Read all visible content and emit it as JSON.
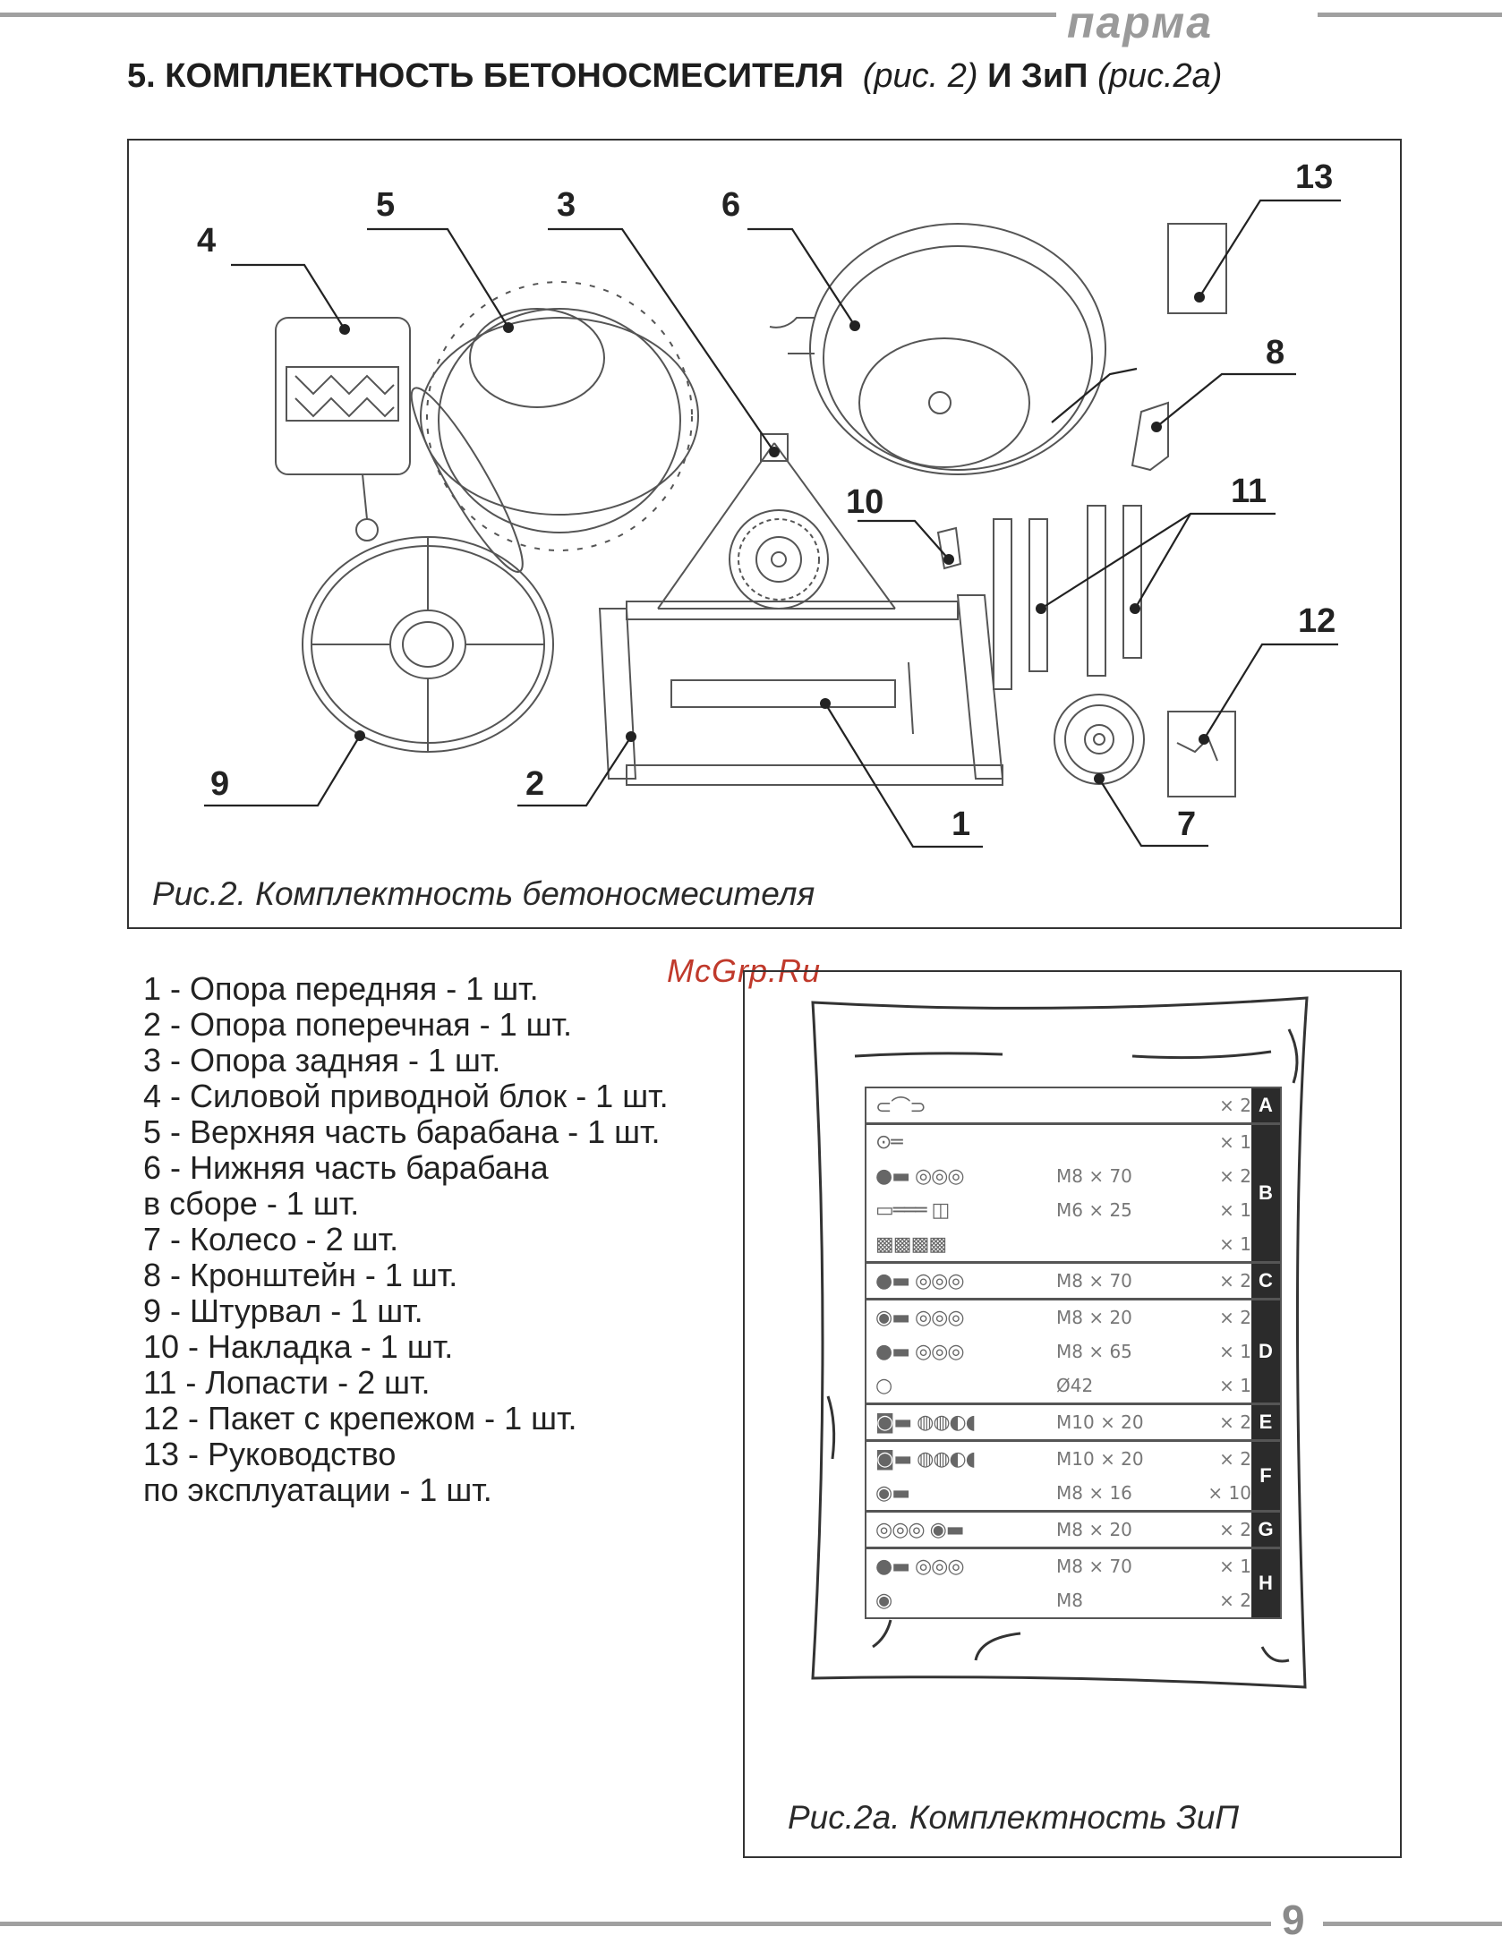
{
  "header": {
    "brand": "парма"
  },
  "title": {
    "part1": "5. КОМПЛЕКТНОСТЬ БЕТОНОСМЕСИТЕЛЯ",
    "part2": "(рис. 2)",
    "part3": "И ЗиП",
    "part4": "(рис.2а)"
  },
  "figure2": {
    "caption": "Рис.2. Комплектность бетоносмесителя",
    "callouts": [
      "1",
      "2",
      "3",
      "4",
      "5",
      "6",
      "7",
      "8",
      "9",
      "10",
      "11",
      "12",
      "13"
    ]
  },
  "parts_list": [
    "1 - Опора передняя - 1 шт.",
    "2 - Опора поперечная - 1 шт.",
    "3 - Опора задняя - 1 шт.",
    "4 - Силовой приводной блок - 1 шт.",
    "5 - Верхняя часть барабана - 1 шт.",
    "6 - Нижняя часть барабана",
    "в сборе - 1 шт.",
    "7 - Колесо - 2 шт.",
    "8 - Кронштейн - 1 шт.",
    "9 - Штурвал - 1 шт.",
    "10 - Накладка - 1 шт.",
    "11 - Лопасти - 2 шт.",
    "12 - Пакет с крепежом - 1 шт.",
    "13 - Руководство",
    "по эксплуатации - 1 шт."
  ],
  "watermark": "McGrp.Ru",
  "figure2a": {
    "caption": "Рис.2а. Комплектность ЗиП",
    "groups": [
      {
        "letter": "A",
        "rows": [
          {
            "icon": "⊂⌒⊃",
            "size": "",
            "qty": "× 2"
          }
        ]
      },
      {
        "letter": "B",
        "rows": [
          {
            "icon": "⊙═",
            "size": "",
            "qty": "× 1"
          },
          {
            "icon": "●▬ ◎◎◎",
            "size": "M8 × 70",
            "qty": "× 2"
          },
          {
            "icon": "▭═══ ◫",
            "size": "M6 × 25",
            "qty": "× 1"
          },
          {
            "icon": "▩▩▩▩",
            "size": "",
            "qty": "× 1"
          }
        ]
      },
      {
        "letter": "C",
        "rows": [
          {
            "icon": "●▬ ◎◎◎",
            "size": "M8 × 70",
            "qty": "× 2"
          }
        ]
      },
      {
        "letter": "D",
        "rows": [
          {
            "icon": "◉▬ ◎◎◎",
            "size": "M8 × 20",
            "qty": "× 2"
          },
          {
            "icon": "●▬ ◎◎◎",
            "size": "M8 × 65",
            "qty": "× 1"
          },
          {
            "icon": "○",
            "size": "Ø42",
            "qty": "× 1"
          }
        ]
      },
      {
        "letter": "E",
        "rows": [
          {
            "icon": "◙▬ ◍◍◐◖",
            "size": "M10 × 20",
            "qty": "× 2"
          }
        ]
      },
      {
        "letter": "F",
        "rows": [
          {
            "icon": "◙▬ ◍◍◐◖",
            "size": "M10 × 20",
            "qty": "× 2"
          },
          {
            "icon": "◉▬",
            "size": "M8 × 16",
            "qty": "× 10"
          }
        ]
      },
      {
        "letter": "G",
        "rows": [
          {
            "icon": "◎◎◎ ◉▬",
            "size": "M8 × 20",
            "qty": "× 2"
          }
        ]
      },
      {
        "letter": "H",
        "rows": [
          {
            "icon": "●▬ ◎◎◎",
            "size": "M8 × 70",
            "qty": "× 1"
          },
          {
            "icon": "◉",
            "size": "M8",
            "qty": "× 2"
          }
        ]
      }
    ]
  },
  "footer": {
    "page_number": "9"
  }
}
